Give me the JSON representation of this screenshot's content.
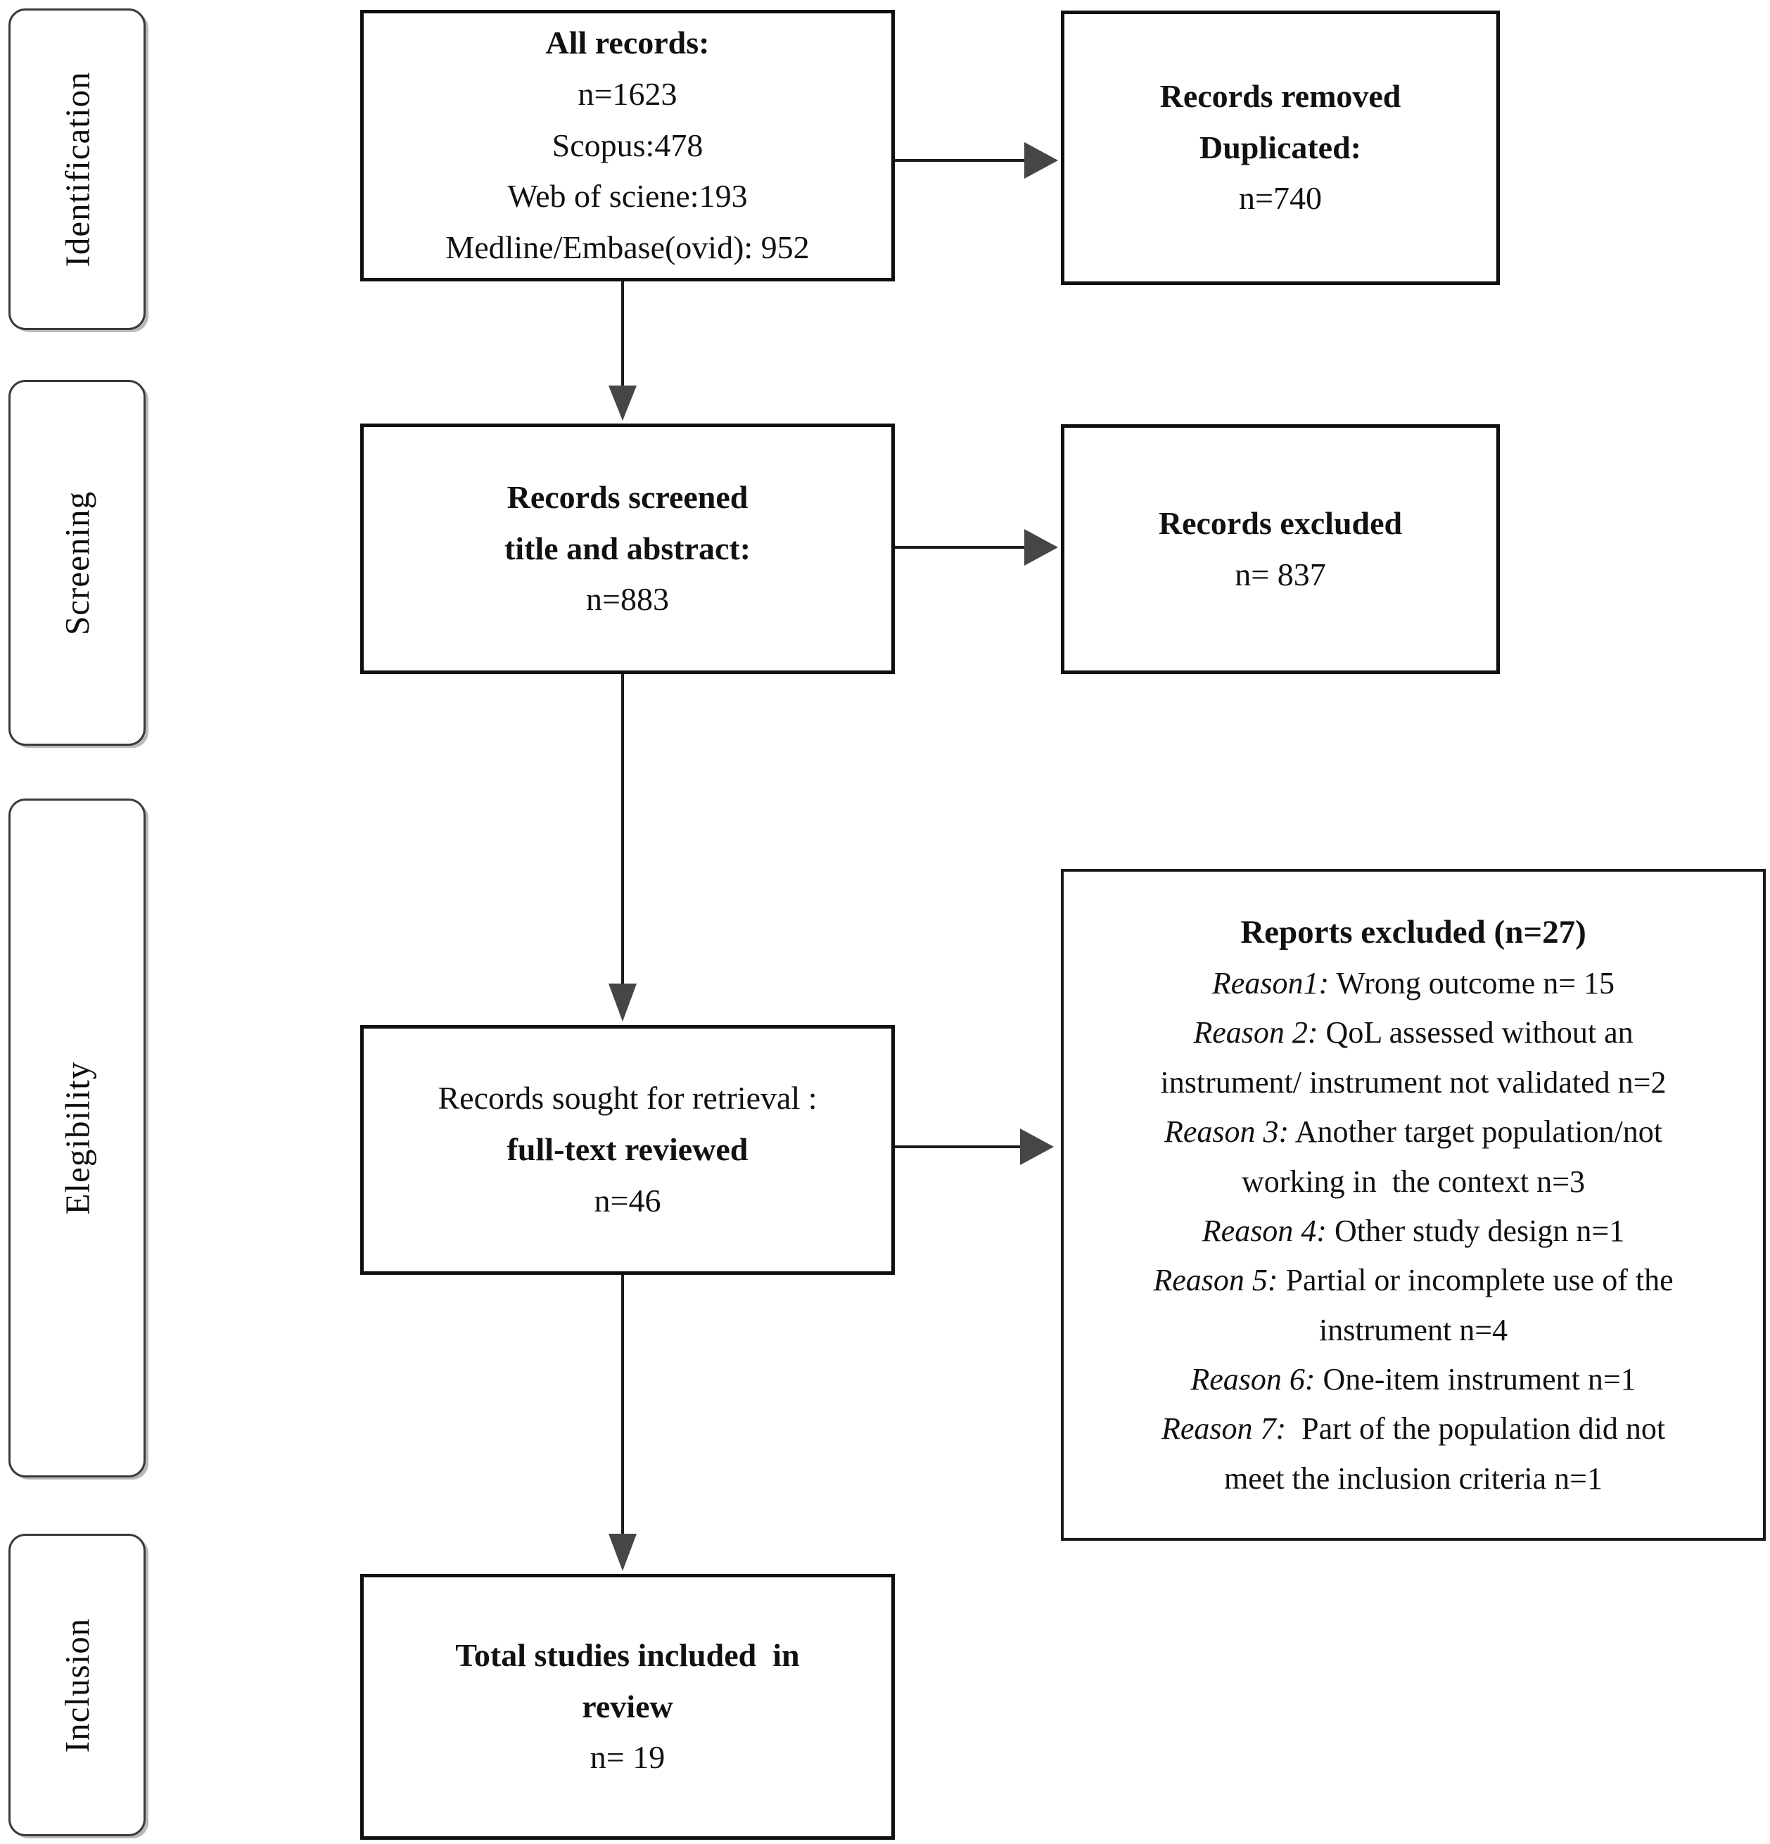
{
  "page": {
    "background": "#ffffff",
    "ink": "#111111",
    "arrow_color": "#464646"
  },
  "stages": {
    "identification": "Identification",
    "screening": "Screening",
    "eligibility": "Elegibility",
    "inclusion": "Inclusion"
  },
  "boxes": {
    "all_records": {
      "title": "All records:",
      "lines": [
        "n=1623",
        "Scopus:478",
        "Web of sciene:193",
        "Medline/Embase(ovid): 952"
      ]
    },
    "records_removed": {
      "title": "Records removed\nDuplicated:",
      "count": "n=740"
    },
    "records_screened": {
      "title": "Records screened\ntitle and abstract:",
      "count": "n=883"
    },
    "records_excluded": {
      "title": "Records excluded",
      "count": "n= 837"
    },
    "records_sought": {
      "intro": "Records sought for retrieval :",
      "emphasis": "full-text reviewed",
      "count": "n=46"
    },
    "reports_excluded": {
      "title": "Reports excluded (n=27)",
      "reasons": [
        {
          "prefix": "Reason1:",
          "text": " Wrong outcome n= 15"
        },
        {
          "prefix": "Reason 2:",
          "text": " QoL assessed without an\ninstrument/ instrument not validated n=2"
        },
        {
          "prefix": "Reason 3:",
          "text": " Another target population/not\nworking in  the context n=3"
        },
        {
          "prefix": "Reason 4:",
          "text": " Other study design n=1"
        },
        {
          "prefix": "Reason 5:",
          "text": " Partial or incomplete use of the\ninstrument n=4"
        },
        {
          "prefix": "Reason 6:",
          "text": " One-item instrument n=1"
        },
        {
          "prefix": "Reason 7:",
          "text": "  Part of the population did not\nmeet the inclusion criteria n=1"
        }
      ]
    },
    "total_included": {
      "title": "Total studies included  in\nreview",
      "count": "n= 19"
    }
  }
}
